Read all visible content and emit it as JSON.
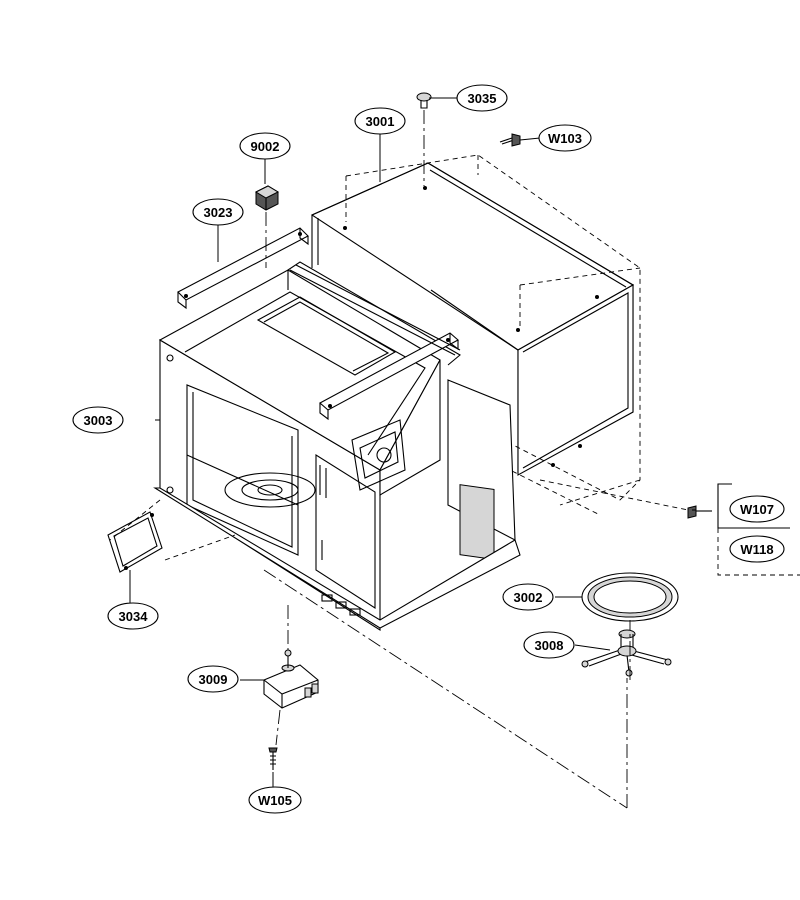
{
  "diagram": {
    "part_callouts": [
      {
        "id": "c3035",
        "label": "3035"
      },
      {
        "id": "c3001",
        "label": "3001"
      },
      {
        "id": "cW103",
        "label": "W103"
      },
      {
        "id": "c9002",
        "label": "9002"
      },
      {
        "id": "c3023",
        "label": "3023"
      },
      {
        "id": "c3003",
        "label": "3003"
      },
      {
        "id": "cW107",
        "label": "W107"
      },
      {
        "id": "cW118",
        "label": "W118"
      },
      {
        "id": "c3002",
        "label": "3002"
      },
      {
        "id": "c3034",
        "label": "3034"
      },
      {
        "id": "c3008",
        "label": "3008"
      },
      {
        "id": "c3009",
        "label": "3009"
      },
      {
        "id": "cW105",
        "label": "W105"
      }
    ]
  }
}
